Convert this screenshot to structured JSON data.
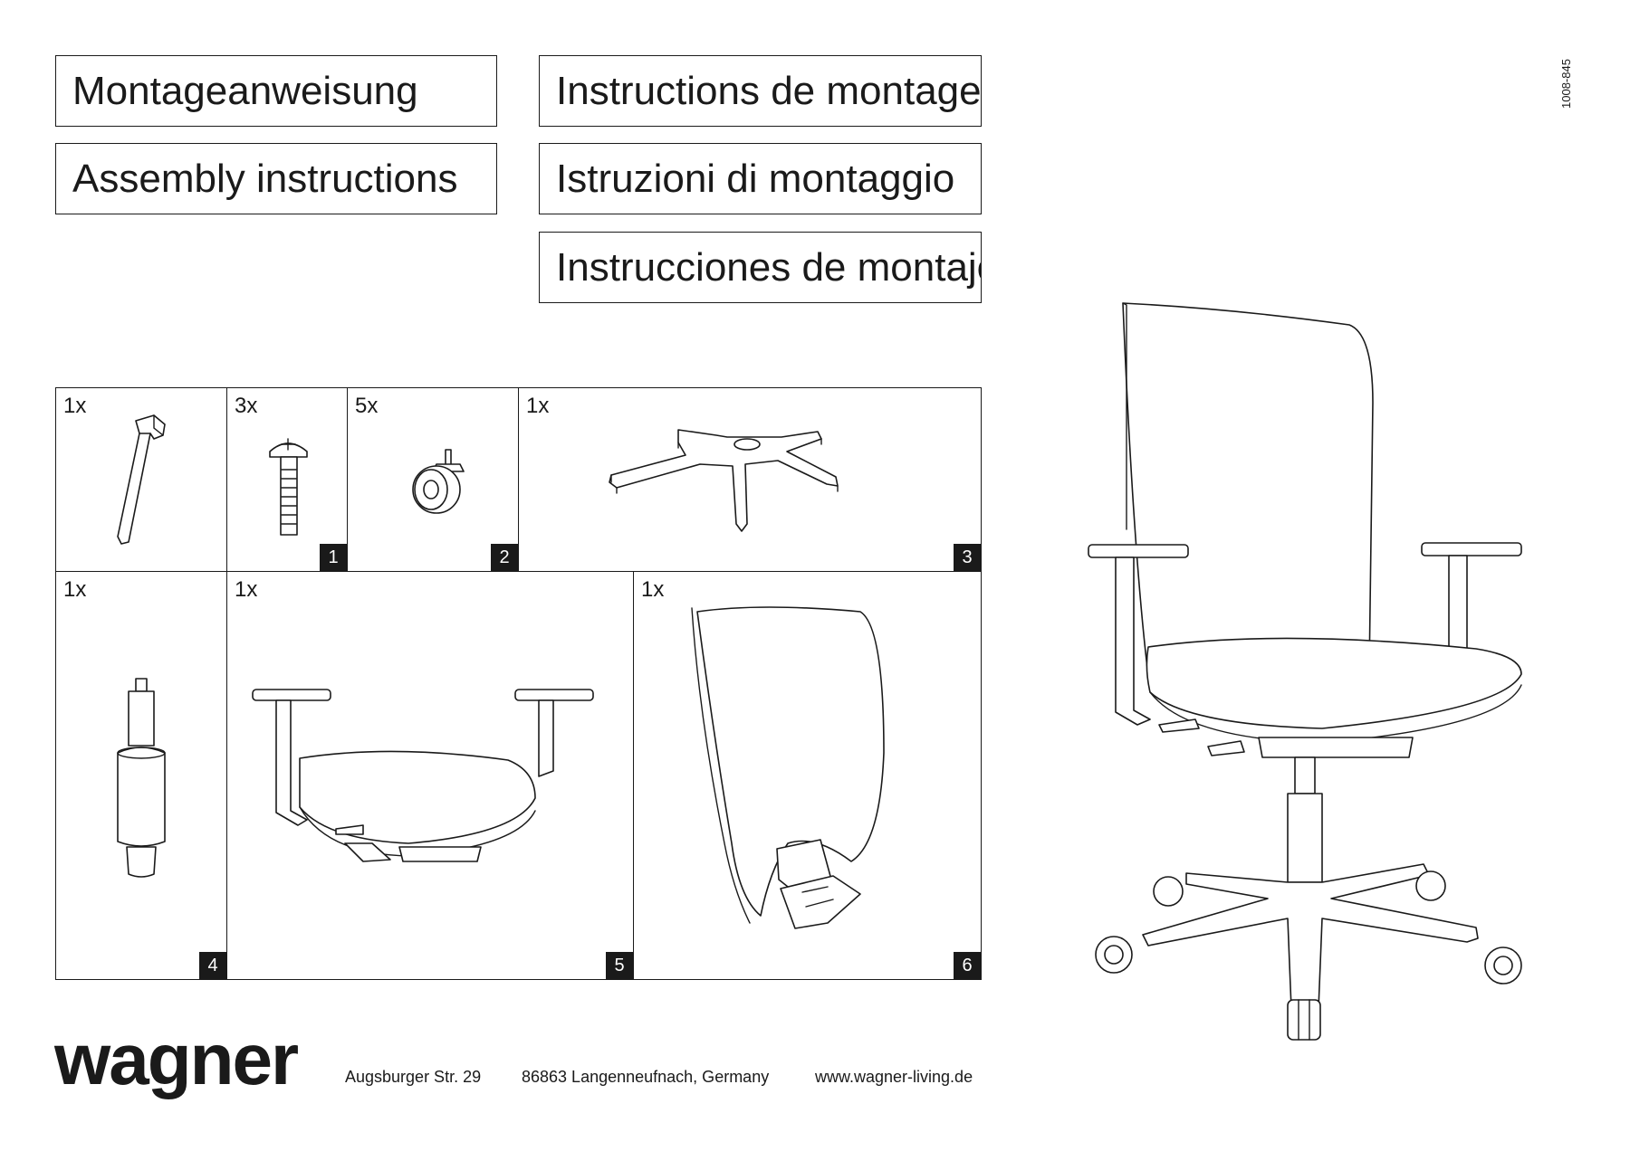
{
  "titles": {
    "de": "Montageanweisung",
    "fr": "Instructions de montage",
    "en": "Assembly instructions",
    "it": "Istruzioni di montaggio",
    "es": "Instrucciones de montaje"
  },
  "doc_number": "1008-845",
  "parts": [
    {
      "qty": "1x",
      "step": "",
      "icon": "allen-key-icon"
    },
    {
      "qty": "3x",
      "step": "1",
      "icon": "screw-icon"
    },
    {
      "qty": "5x",
      "step": "2",
      "icon": "castor-icon"
    },
    {
      "qty": "1x",
      "step": "3",
      "icon": "chair-base-icon"
    },
    {
      "qty": "1x",
      "step": "4",
      "icon": "gas-lift-icon"
    },
    {
      "qty": "1x",
      "step": "5",
      "icon": "seat-with-armrests-icon"
    },
    {
      "qty": "1x",
      "step": "6",
      "icon": "backrest-icon"
    }
  ],
  "footer": {
    "brand": "wagner",
    "street": "Augsburger Str.  29",
    "city": "86863 Langenneufnach, Germany",
    "website": "www.wagner-living.de"
  },
  "colors": {
    "ink": "#1a1a1a",
    "background": "#ffffff"
  }
}
